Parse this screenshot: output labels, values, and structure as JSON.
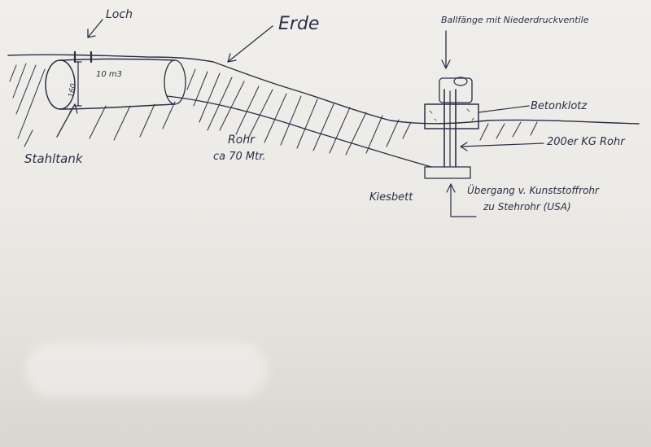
{
  "labels": {
    "loch": "Loch",
    "erde": "Erde",
    "ballfaenge": "Ballfänge mit Niederdruckventile",
    "betonklotz": "Betonklotz",
    "kg_rohr": "200er KG Rohr",
    "uebergang_line1": "Übergang v. Kunststoffrohr",
    "uebergang_line2": "zu Stehrohr (USA)",
    "kiesbett": "Kiesbett",
    "stahltank": "Stahltank",
    "rohr_line1": "Rohr",
    "rohr_line2": "ca 70 Mtr.",
    "tank_volume": "10 m3",
    "tank_diameter": "160"
  },
  "colors": {
    "ink": "#2b2e45",
    "paper": "#eceae6",
    "background": "#3a332c"
  }
}
